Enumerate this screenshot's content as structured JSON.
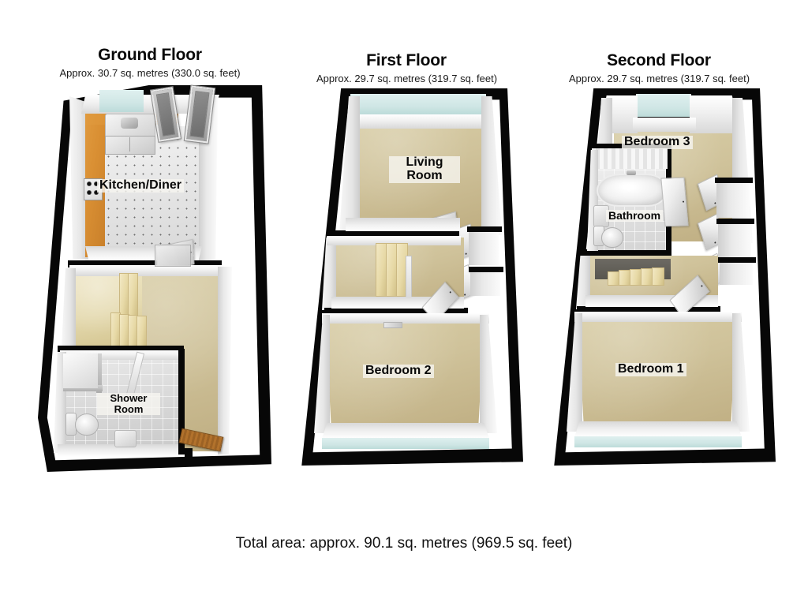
{
  "document": {
    "type": "floorplan",
    "total_area_text": "Total area: approx. 90.1 sq. metres (969.5 sq. feet)",
    "background_color": "#ffffff",
    "wall_color": "#070707",
    "carpet_color": "#cfc29a",
    "counter_color": "#d98f33"
  },
  "floors": [
    {
      "id": "ground",
      "title": "Ground Floor",
      "subtitle": "Approx. 30.7 sq. metres (330.0 sq. feet)",
      "area_sq_m": 30.7,
      "area_sq_ft": 330.0,
      "rooms": [
        {
          "name": "Kitchen/Diner",
          "label": "Kitchen/Diner",
          "floor_finish": "tile"
        },
        {
          "name": "Hall/Stairs",
          "label": "",
          "floor_finish": "carpet"
        },
        {
          "name": "Shower Room",
          "label": "Shower\nRoom",
          "label_line1": "Shower",
          "label_line2": "Room",
          "floor_finish": "tile"
        }
      ],
      "fixtures": [
        "sink",
        "hob",
        "kitchen-cabinets",
        "patio-doors",
        "stairs",
        "toilet",
        "wash-basin",
        "shower",
        "front-door"
      ]
    },
    {
      "id": "first",
      "title": "First Floor",
      "subtitle": "Approx. 29.7 sq. metres (319.7 sq. feet)",
      "area_sq_m": 29.7,
      "area_sq_ft": 319.7,
      "rooms": [
        {
          "name": "Living Room",
          "label": "Living\nRoom",
          "label_line1": "Living",
          "label_line2": "Room",
          "floor_finish": "carpet"
        },
        {
          "name": "Landing",
          "label": "",
          "floor_finish": "carpet"
        },
        {
          "name": "Bedroom 2",
          "label": "Bedroom 2",
          "floor_finish": "carpet"
        }
      ],
      "fixtures": [
        "stairs",
        "doors",
        "window"
      ]
    },
    {
      "id": "second",
      "title": "Second Floor",
      "subtitle": "Approx. 29.7 sq. metres (319.7 sq. feet)",
      "area_sq_m": 29.7,
      "area_sq_ft": 319.7,
      "rooms": [
        {
          "name": "Bedroom 3",
          "label": "Bedroom 3",
          "floor_finish": "carpet"
        },
        {
          "name": "Bathroom",
          "label": "Bathroom",
          "floor_finish": "tile"
        },
        {
          "name": "Landing",
          "label": "",
          "floor_finish": "carpet"
        },
        {
          "name": "Bedroom 1",
          "label": "Bedroom 1",
          "floor_finish": "carpet"
        }
      ],
      "fixtures": [
        "bath-tub",
        "wash-basin",
        "toilet",
        "stairs",
        "doors",
        "window"
      ]
    }
  ]
}
